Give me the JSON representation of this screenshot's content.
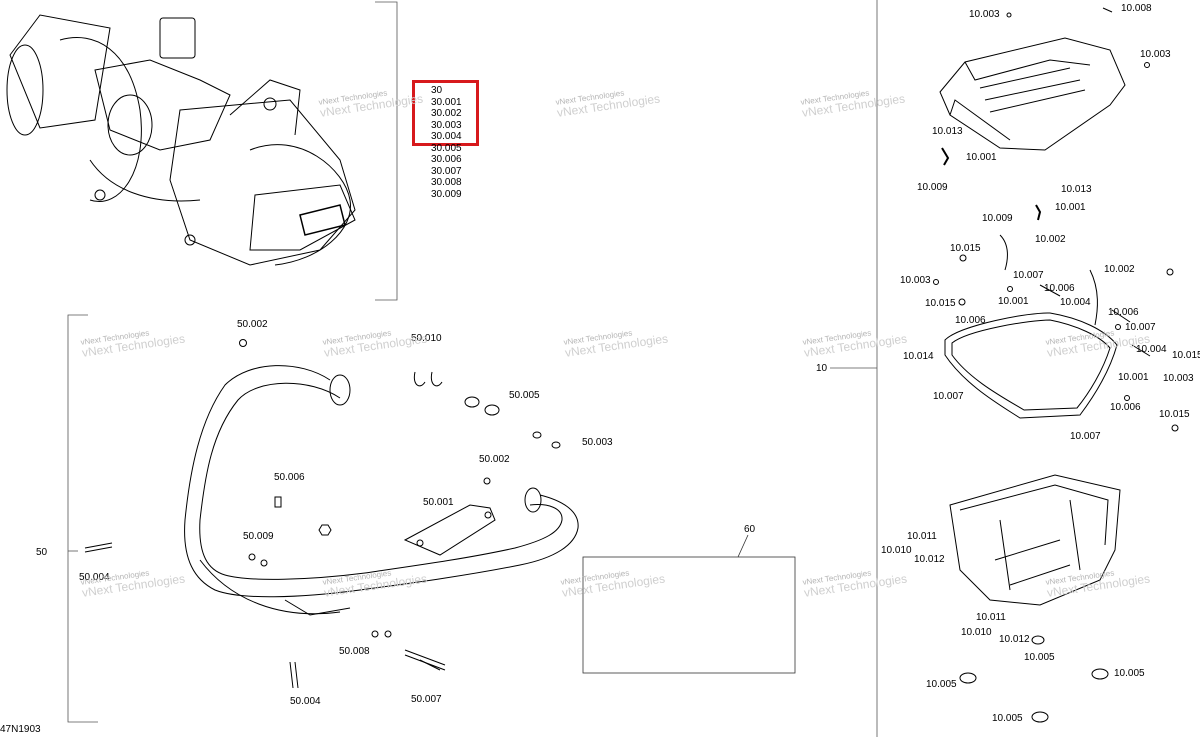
{
  "winch_list": [
    "30",
    "30.001",
    "30.002",
    "30.003",
    "30.004",
    "30.005",
    "30.006",
    "30.007",
    "30.008",
    "30.009"
  ],
  "labels": {
    "b50_002a": "50.002",
    "b50_010": "50.010",
    "b50_005": "50.005",
    "b50_003": "50.003",
    "b50_002b": "50.002",
    "b50_006": "50.006",
    "b50_001": "50.001",
    "b50_009": "50.009",
    "b50": "50",
    "b50_004a": "50.004",
    "b50_008": "50.008",
    "b50_004b": "50.004",
    "b50_007": "50.007",
    "b60": "60",
    "c10_003a": "10.003",
    "c10_008": "10.008",
    "c10_003b": "10.003",
    "c10_013a": "10.013",
    "c10_001a": "10.001",
    "c10_009a": "10.009",
    "c10_013b": "10.013",
    "c10_001b": "10.001",
    "c10_009b": "10.009",
    "c10_002a": "10.002",
    "c10_015a": "10.015",
    "c10_002b": "10.002",
    "c10_007a": "10.007",
    "c10_003c": "10.003",
    "c10_006a": "10.006",
    "c10_001c": "10.001",
    "c10_004a": "10.004",
    "c10_015b": "10.015",
    "c10_006b": "10.006",
    "c10_006c": "10.006",
    "c10_007b": "10.007",
    "c10_004b": "10.004",
    "c10_014": "10.014",
    "c10_015c": "10.015",
    "c10": "10",
    "c10_001d": "10.001",
    "c10_003d": "10.003",
    "c10_007c": "10.007",
    "c10_006d": "10.006",
    "c10_015d": "10.015",
    "c10_007d": "10.007",
    "c10_011a": "10.011",
    "c10_010a": "10.010",
    "c10_012a": "10.012",
    "c10_011b": "10.011",
    "c10_010b": "10.010",
    "c10_012b": "10.012",
    "c10_005a": "10.005",
    "c10_005b": "10.005",
    "c10_005c": "10.005",
    "c10_005d": "10.005"
  },
  "watermark": {
    "line1": "vNext Technologies",
    "line2": "vNext Technologies"
  },
  "drawing_number": "47N1903",
  "colors": {
    "highlight": "#d7191c",
    "watermark": "#b5b5b5"
  }
}
